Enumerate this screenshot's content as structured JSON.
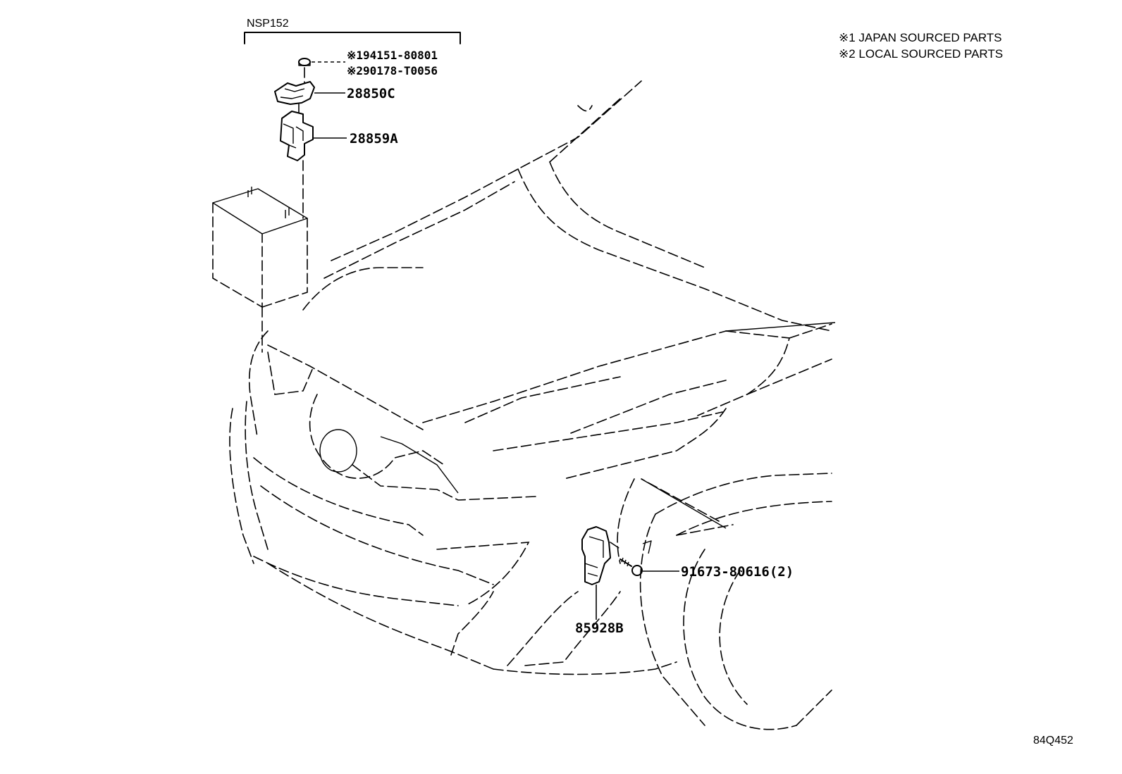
{
  "diagram": {
    "model_bracket_label": "NSP152",
    "notes": [
      "※1 JAPAN SOURCED PARTS",
      "※2 LOCAL SOURCED PARTS"
    ],
    "callouts": {
      "nut_alt_1": "※194151-80801",
      "nut_alt_2": "※290178-T0056",
      "relay_bracket": "28850C",
      "relay": "28859A",
      "sensor": "85928B",
      "bolt": "91673-80616(2)"
    },
    "illustration_code": "84Q452"
  }
}
